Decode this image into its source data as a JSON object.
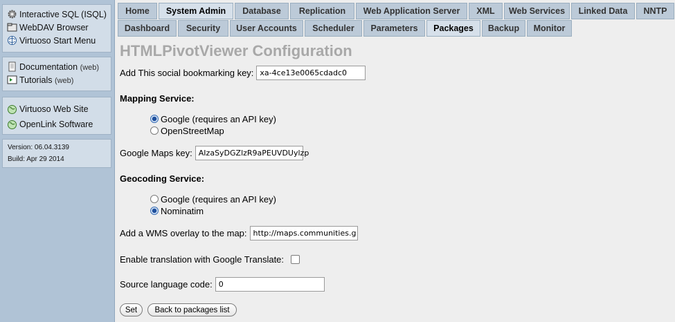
{
  "sidebar": {
    "tools": [
      {
        "label": "Interactive SQL (ISQL)",
        "icon": "gear-icon"
      },
      {
        "label": "WebDAV Browser",
        "icon": "folder-icon"
      },
      {
        "label": "Virtuoso Start Menu",
        "icon": "globe-icon"
      }
    ],
    "docs": [
      {
        "label": "Documentation",
        "sub": "(web)",
        "icon": "document-icon"
      },
      {
        "label": "Tutorials",
        "sub": "(web)",
        "icon": "tutorial-icon"
      }
    ],
    "links": [
      {
        "label": "Virtuoso Web Site",
        "icon": "globe-icon"
      },
      {
        "label": "OpenLink Software",
        "icon": "globe-icon"
      }
    ],
    "version": "Version: 06.04.3139",
    "build": "Build: Apr 29 2014"
  },
  "tabs_main": [
    "Home",
    "System Admin",
    "Database",
    "Replication",
    "Web Application Server",
    "XML",
    "Web Services",
    "Linked Data",
    "NNTP"
  ],
  "tabs_main_active": "System Admin",
  "tabs_sub": [
    "Dashboard",
    "Security",
    "User Accounts",
    "Scheduler",
    "Parameters",
    "Packages",
    "Backup",
    "Monitor"
  ],
  "tabs_sub_active": "Packages",
  "page": {
    "title": "HTMLPivotViewer Configuration",
    "bookmark_label": "Add This social bookmarking key:",
    "bookmark_value": "xa-4ce13e0065cdadc0",
    "mapping_heading": "Mapping Service:",
    "mapping_options": [
      "Google (requires an API key)",
      "OpenStreetMap"
    ],
    "mapping_selected": 0,
    "gmaps_label": "Google Maps key:",
    "gmaps_value": "AIzaSyDGZlzR9aPEUVDUylzp",
    "geocoding_heading": "Geocoding Service:",
    "geocoding_options": [
      "Google (requires an API key)",
      "Nominatim"
    ],
    "geocoding_selected": 1,
    "wms_label": "Add a WMS overlay to the map:",
    "wms_value": "http://maps.communities.g",
    "translate_label": "Enable translation with Google Translate:",
    "translate_checked": false,
    "srclang_label": "Source language code:",
    "srclang_value": "0",
    "set_button": "Set",
    "back_button": "Back to packages list"
  },
  "colors": {
    "sidebar_bg": "#b0c3d6",
    "tab_bg": "#bccad8",
    "tab_active_bg": "#d6e0ea",
    "title_color": "#a8a8a8"
  }
}
